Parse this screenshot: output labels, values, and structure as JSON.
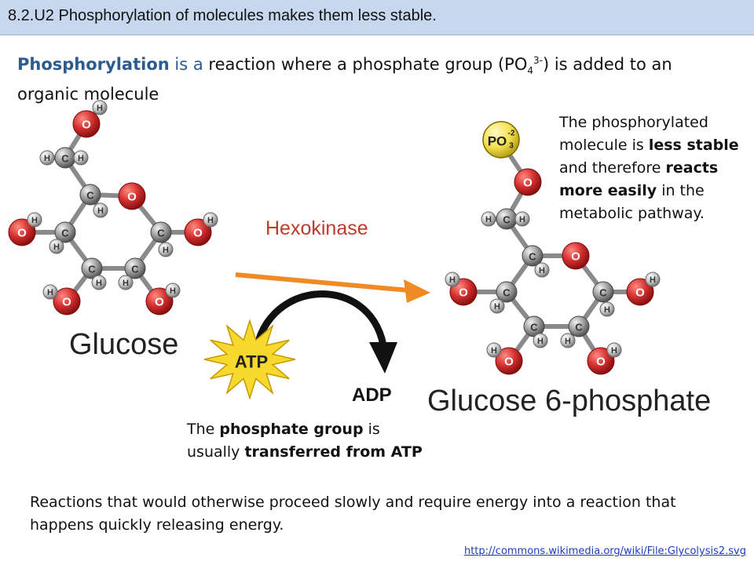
{
  "header": {
    "title": "8.2.U2 Phosphorylation of molecules makes them less stable."
  },
  "intro": {
    "term": "Phosphorylation",
    "is_a": "is a",
    "text_before_formula": "reaction where a phosphate group (PO",
    "formula_sub": "4",
    "formula_sup": "3-",
    "text_after_formula": ") is added to an organic molecule"
  },
  "stability_note": {
    "t1": "The phosphorylated molecule is ",
    "b1": "less stable",
    "t2": " and therefore ",
    "b2": "reacts more easily",
    "t3": " in the metabolic pathway."
  },
  "atp_note": {
    "t1": "The ",
    "b1": "phosphate group",
    "t2": " is usually ",
    "b2": "transferred from ATP"
  },
  "labels": {
    "glucose": "Glucose",
    "g6p": "Glucose 6-phosphate",
    "hexokinase": "Hexokinase",
    "atp": "ATP",
    "adp": "ADP",
    "phosphate_po": "PO",
    "phosphate_sub": "3",
    "phosphate_sup": "-2"
  },
  "atoms": {
    "C": "C",
    "O": "O",
    "H": "H"
  },
  "bottom_text": "Reactions that would otherwise proceed slowly and require energy into a reaction that happens quickly releasing energy.",
  "source_link": "http://commons.wikimedia.org/wiki/File:Glycolysis2.svg",
  "colors": {
    "header_bg": "#c7d8ee",
    "term": "#2c5b8d",
    "oxygen": "#d32f2f",
    "carbon": "#9e9e9e",
    "hydrogen": "#b8b8b8",
    "phosphate": "#f4e04d",
    "hexokinase": "#c0392b",
    "enzyme_arrow": "#f08a24",
    "atp_star": "#f7d92e"
  }
}
